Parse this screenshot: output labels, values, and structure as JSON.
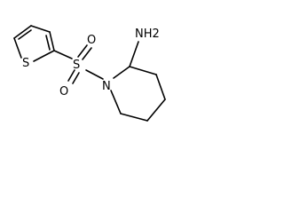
{
  "molecule": {
    "labels": {
      "thiophene_sulfur": "S",
      "sulfonyl_sulfur": "S",
      "sulfonyl_oxygen_top": "O",
      "sulfonyl_oxygen_bottom": "O",
      "ring_nitrogen": "N",
      "amine": "NH2"
    }
  }
}
